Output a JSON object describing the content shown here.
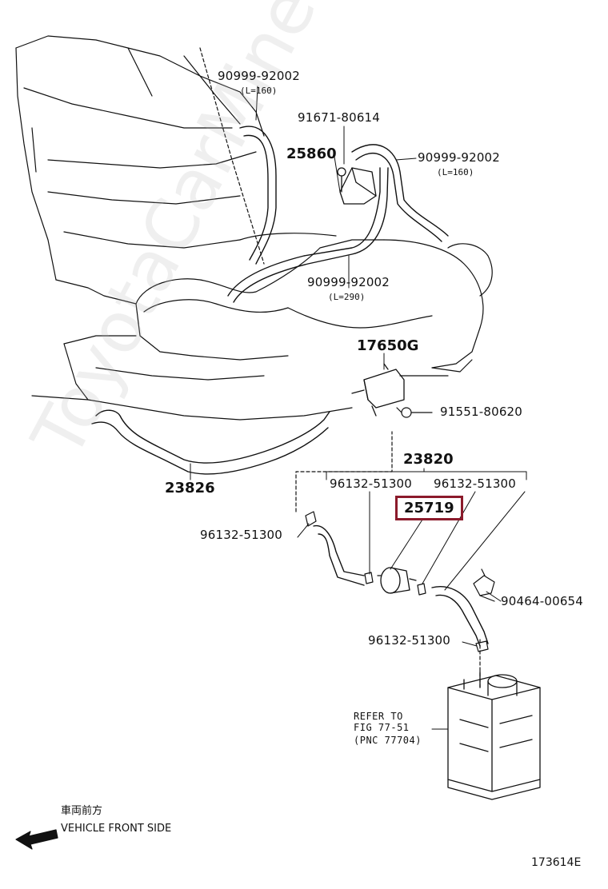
{
  "watermark": "ToyotaCarMine.ru",
  "labels": {
    "p90999_top": "90999-92002",
    "l160_top": "(L=160)",
    "p91671": "91671-80614",
    "p25860": "25860",
    "p90999_right": "90999-92002",
    "l160_right": "(L=160)",
    "p90999_mid": "90999-92002",
    "l290": "(L=290)",
    "p17650G": "17650G",
    "p91551": "91551-80620",
    "p23820": "23820",
    "p23826": "23826",
    "p96132_a": "96132-51300",
    "p96132_b": "96132-51300",
    "p25719": "25719",
    "p96132_left": "96132-51300",
    "p90464": "90464-00654",
    "p96132_low": "96132-51300",
    "refer1": "REFER TO",
    "refer2": "FIG 77-51",
    "refer3": "(PNC 77704)",
    "front_jp": "車両前方",
    "front_en": "VEHICLE FRONT SIDE",
    "fig_no": "173614E"
  },
  "colors": {
    "line": "#111111",
    "highlight": "#8b1a2b"
  },
  "icons": {
    "front_arrow": "arrow-left-icon"
  }
}
